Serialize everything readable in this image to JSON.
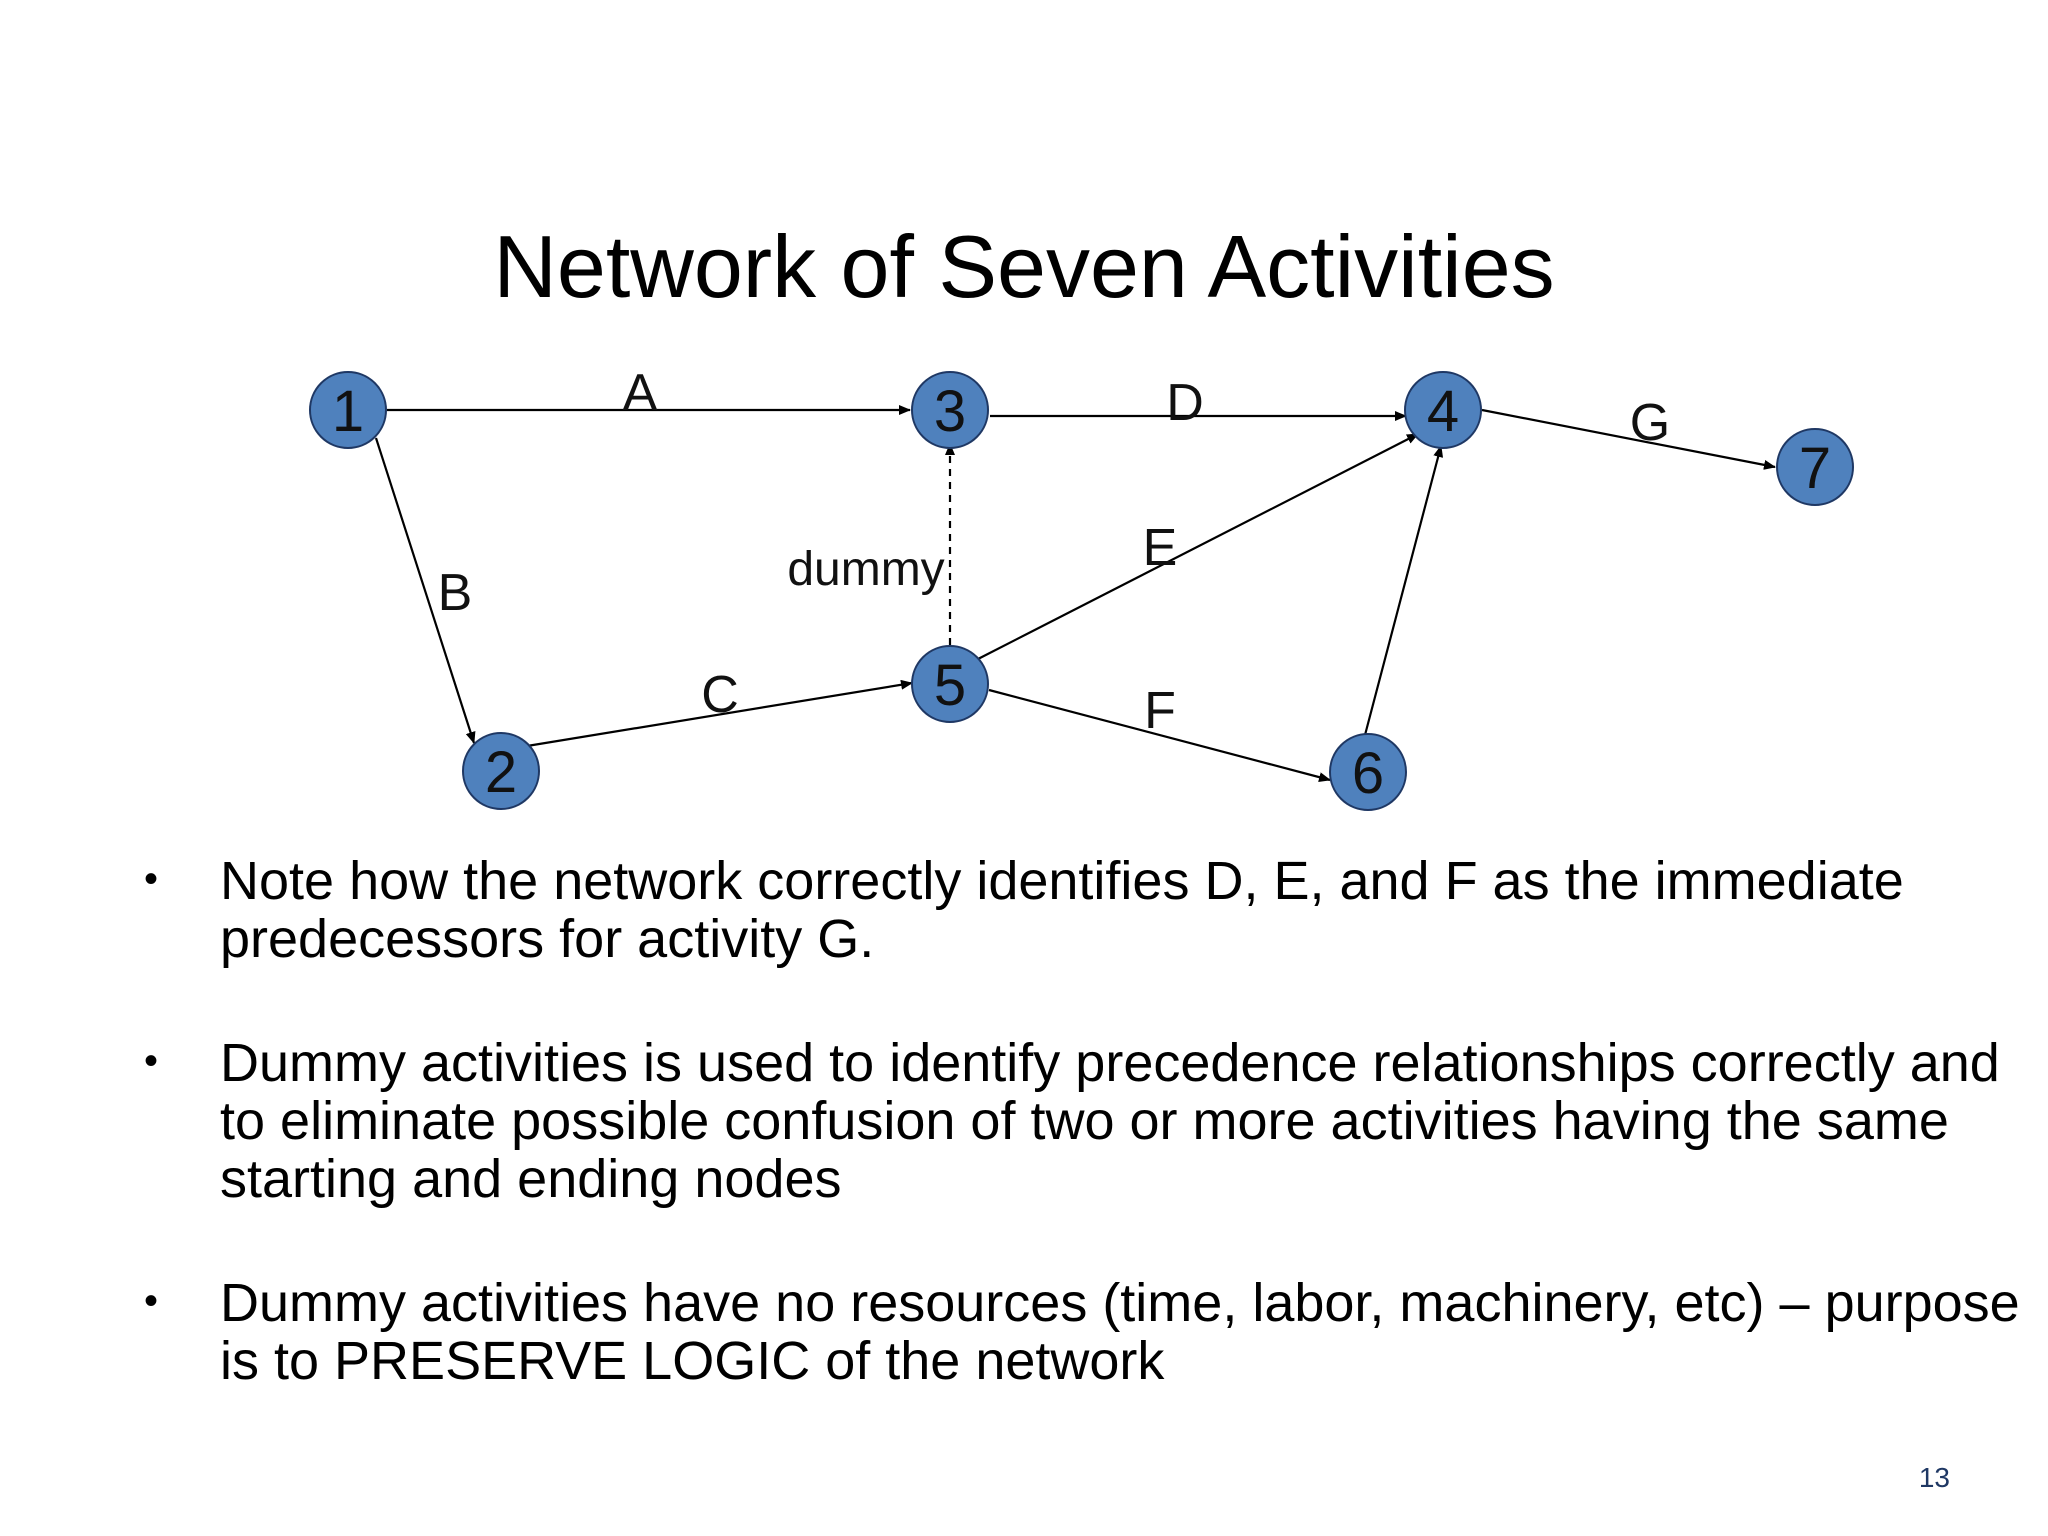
{
  "slide": {
    "title": "Network of Seven Activities",
    "page_number": "13"
  },
  "network": {
    "nodes": [
      {
        "id": "1",
        "label": "1"
      },
      {
        "id": "2",
        "label": "2"
      },
      {
        "id": "3",
        "label": "3"
      },
      {
        "id": "4",
        "label": "4"
      },
      {
        "id": "5",
        "label": "5"
      },
      {
        "id": "6",
        "label": "6"
      },
      {
        "id": "7",
        "label": "7"
      }
    ],
    "activities": [
      {
        "label": "A",
        "from": "1",
        "to": "3"
      },
      {
        "label": "B",
        "from": "1",
        "to": "2"
      },
      {
        "label": "C",
        "from": "2",
        "to": "5"
      },
      {
        "label": "D",
        "from": "3",
        "to": "4"
      },
      {
        "label": "E",
        "from": "5",
        "to": "4"
      },
      {
        "label": "F",
        "from": "5",
        "to": "6"
      },
      {
        "label": "",
        "from": "6",
        "to": "4"
      },
      {
        "label": "G",
        "from": "4",
        "to": "7"
      },
      {
        "label": "dummy",
        "from": "5",
        "to": "3",
        "dashed": true
      }
    ],
    "node_color": "#4f81bd"
  },
  "bullets": [
    "Note how the network correctly identifies D, E, and F as the immediate predecessors for activity G.",
    "Dummy activities is used to identify precedence relationships correctly and  to eliminate possible confusion of two or more activities having the same starting and ending nodes",
    "Dummy activities have no resources (time, labor, machinery, etc) – purpose is to PRESERVE LOGIC of the network"
  ],
  "bullet_symbol": "•"
}
